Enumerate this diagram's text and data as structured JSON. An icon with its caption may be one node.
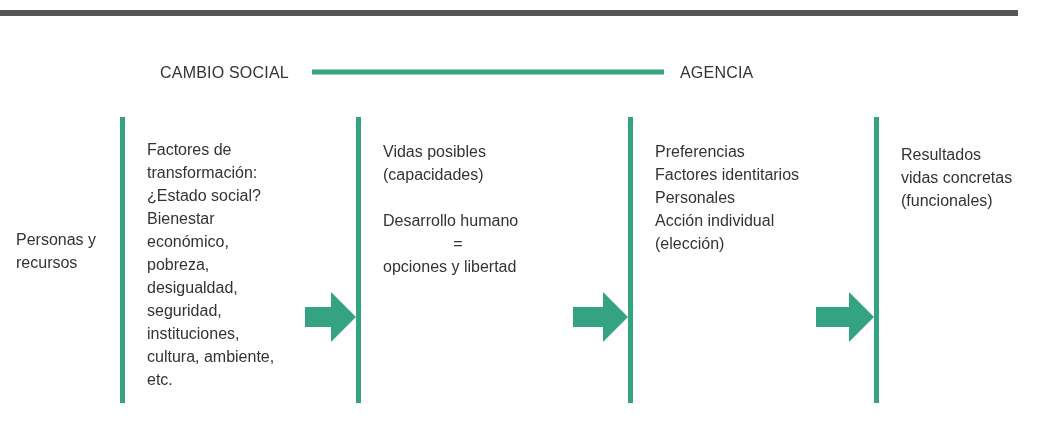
{
  "diagram": {
    "nodes": [
      {
        "text": [
          "Personas y recursos"
        ]
      },
      {
        "text": [
          "Factores de transformación: ¿Estado social?",
          "Bienestar económico, pobreza, desigualdad, seguridad, instituciones, cultura, ambiente, etc."
        ]
      },
      {
        "text": [
          "Vidas posibles (capacidades)",
          "Desarrollo humano",
          "=",
          "opciones y libertad"
        ]
      },
      {
        "text": [
          "Preferencias",
          "Factores identitarios",
          "Personales",
          "Acción individual (elección)"
        ]
      },
      {
        "text": [
          "Resultados",
          "vidas concretas (funcionales)"
        ]
      },
      {
        "text": [
          "CAMBIO SOCIAL"
        ]
      },
      {
        "text": [
          "AGENCIA"
        ]
      }
    ],
    "edges": [
      {
        "from": 1,
        "to": 2,
        "arrow": "to"
      },
      {
        "from": 2,
        "to": 3,
        "arrow": "to"
      },
      {
        "from": 3,
        "to": 4,
        "arrow": "to"
      },
      {
        "from": 5,
        "to": 6,
        "arrow": "none"
      }
    ]
  }
}
